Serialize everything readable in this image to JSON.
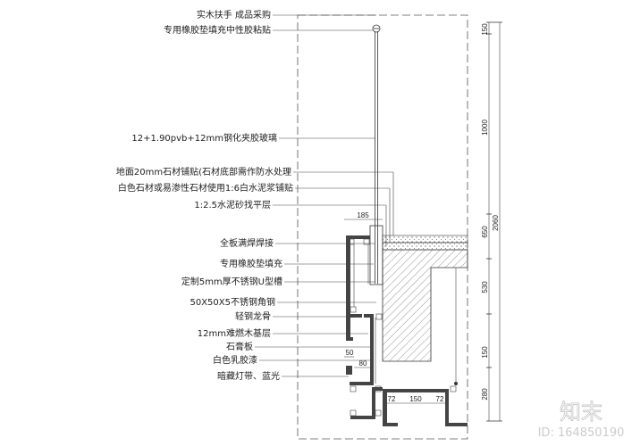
{
  "labels": [
    "实木扶手 成品采购",
    "专用橡胶垫填充中性胶粘贴",
    "12+1.90pvb+12mm钢化夹胶玻璃",
    "地面20mm石材铺贴(石材底部需作防水处理",
    "白色石材或易渗性石材使用1:6白水泥浆铺贴",
    "1:2.5水泥砂找平层",
    "全板满焊焊接",
    "专用橡胶垫填充",
    "定制5mm厚不锈钢U型槽",
    "50X50X5不锈钢角钢",
    "轻钢龙骨",
    "12mm难燃木基层",
    "石膏板",
    "白色乳胶漆",
    "暗藏灯带、蓝光"
  ],
  "dimensions": {
    "top_185": "185",
    "d50": "50",
    "d80": "80",
    "bottom": [
      "72",
      "150",
      "72"
    ],
    "vertical": [
      "150",
      "1000",
      "650",
      "530",
      "150",
      "280"
    ],
    "total": "2060"
  },
  "watermark": {
    "logo": "知末",
    "id": "ID: 164850190"
  }
}
